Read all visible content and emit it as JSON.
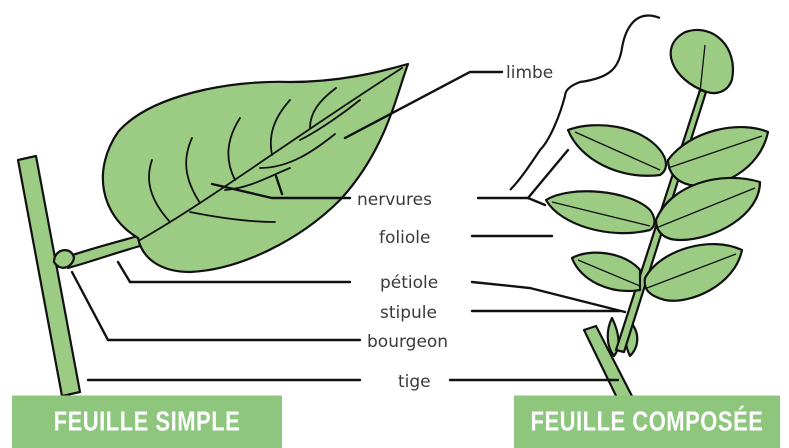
{
  "labels": {
    "limbe": "limbe",
    "nervures": "nervures",
    "foliole": "foliole",
    "petiole": "pétiole",
    "stipule": "stipule",
    "bourgeon": "bourgeon",
    "tige": "tige"
  },
  "captions": {
    "simple": "FEUILLE SIMPLE",
    "composee": "FEUILLE COMPOSÉE"
  },
  "colors": {
    "leaf_fill": "#9ccc84",
    "outline": "#111111",
    "caption_bg": "#8fc67d",
    "caption_text": "#ffffff"
  }
}
